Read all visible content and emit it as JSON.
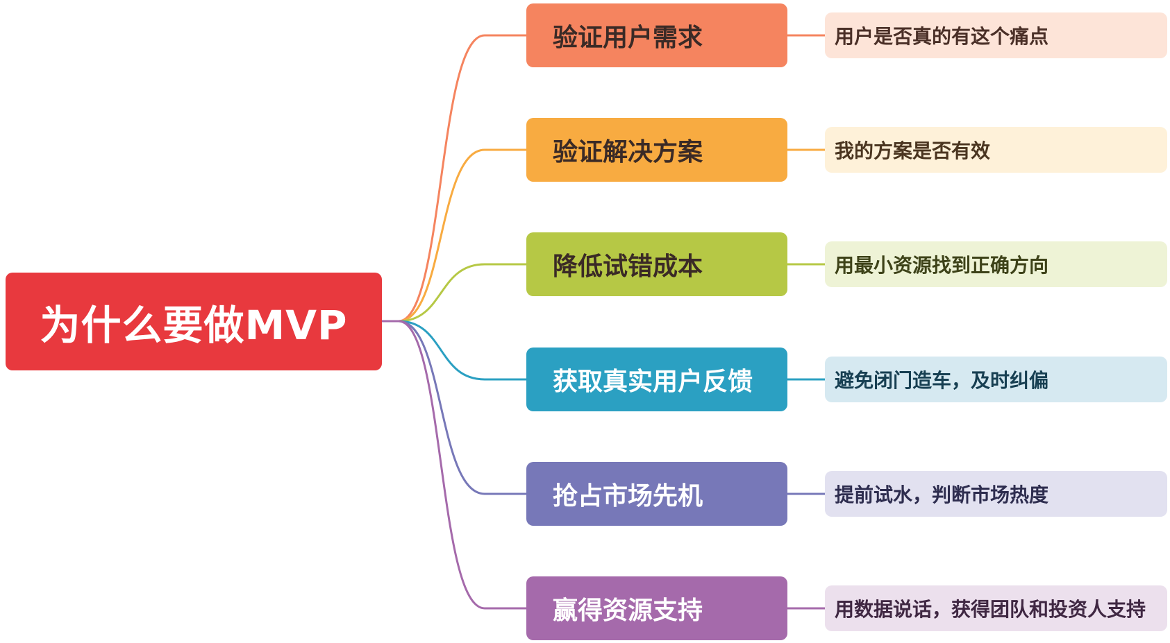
{
  "root": {
    "label": "为什么要做MVP",
    "color": "#e8393e"
  },
  "branches": [
    {
      "label": "验证用户需求",
      "color": "#f5845f",
      "text_color": "#3a2a26",
      "leaf": {
        "label": "用户是否真的有这个痛点",
        "bg": "#fde4d8",
        "text_color": "#4a2f27"
      }
    },
    {
      "label": "验证解决方案",
      "color": "#f8ab41",
      "text_color": "#3a2a26",
      "leaf": {
        "label": "我的方案是否有效",
        "bg": "#fef1d9",
        "text_color": "#4a3520"
      }
    },
    {
      "label": "降低试错成本",
      "color": "#b6c845",
      "text_color": "#3a2a26",
      "leaf": {
        "label": "用最小资源找到正确方向",
        "bg": "#eef3d6",
        "text_color": "#3d4218"
      }
    },
    {
      "label": "获取真实用户反馈",
      "color": "#2ba0c2",
      "text_color": "#ffffff",
      "leaf": {
        "label": "避免闭门造车，及时纠偏",
        "bg": "#d6e9f1",
        "text_color": "#173f52"
      }
    },
    {
      "label": "抢占市场先机",
      "color": "#7778b8",
      "text_color": "#ffffff",
      "leaf": {
        "label": "提前试水，判断市场热度",
        "bg": "#e2e1f0",
        "text_color": "#2e2d4f"
      }
    },
    {
      "label": "赢得资源支持",
      "color": "#a56aab",
      "text_color": "#ffffff",
      "leaf": {
        "label": "用数据说话，获得团队和投资人支持",
        "bg": "#ece0ed",
        "text_color": "#3f2742"
      }
    }
  ]
}
